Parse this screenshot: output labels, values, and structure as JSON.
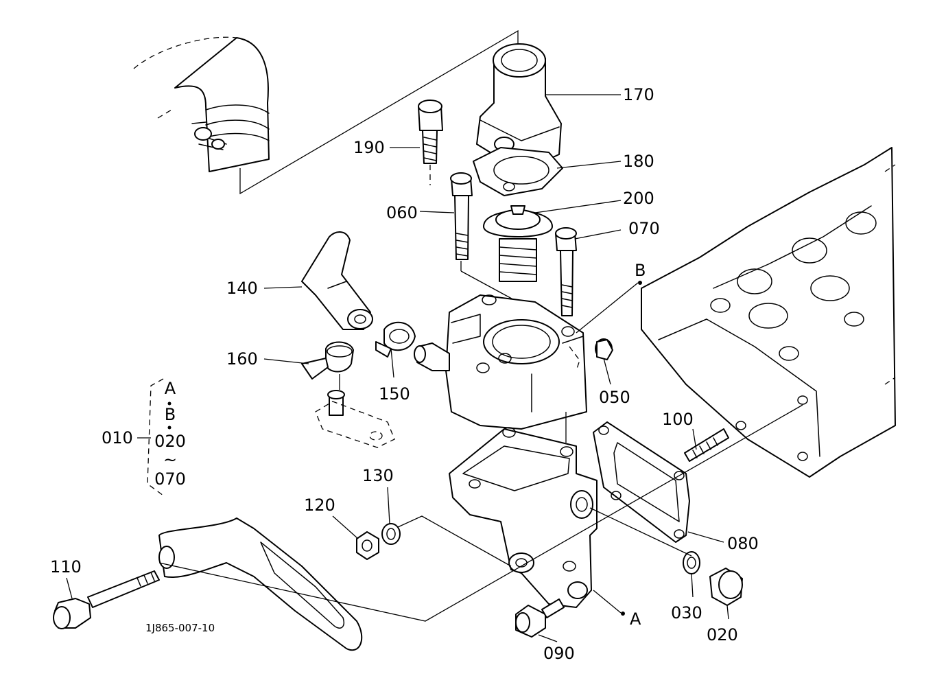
{
  "diagram_code": "1J865-007-10",
  "callouts": {
    "p170": "170",
    "p180": "180",
    "p190": "190",
    "p200": "200",
    "p060": "060",
    "p070": "070",
    "p140": "140",
    "p160": "160",
    "p150": "150",
    "p050": "050",
    "p100": "100",
    "p080": "080",
    "p130": "130",
    "p120": "120",
    "p110": "110",
    "p030": "030",
    "p020": "020",
    "p090": "090"
  },
  "refs": {
    "a": "A",
    "b": "B"
  },
  "assembly": {
    "label": "010",
    "items": [
      "A",
      "B",
      "020",
      "~",
      "070"
    ]
  }
}
